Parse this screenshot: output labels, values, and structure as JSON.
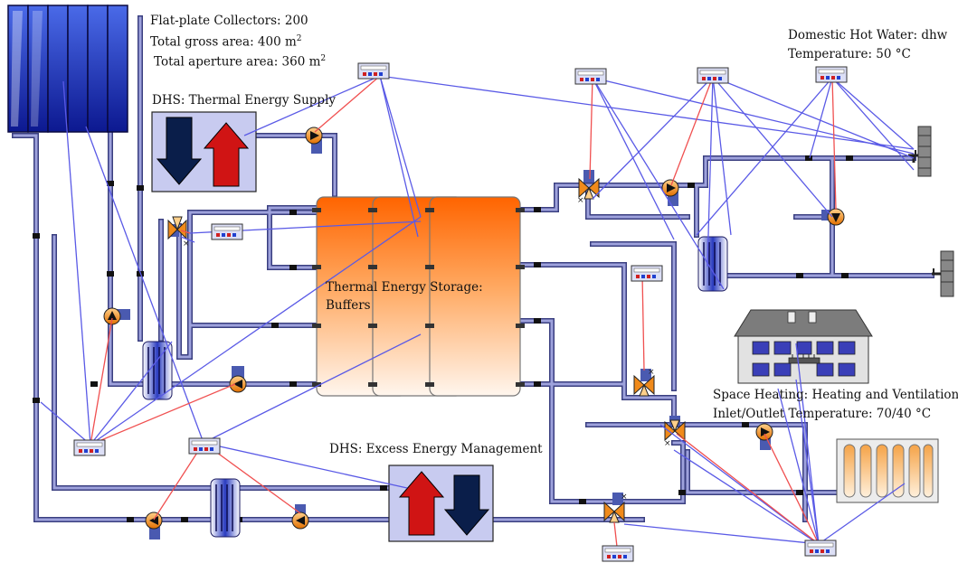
{
  "labels": {
    "collectors": "Flat-plate Collectors: 200",
    "gross_area_text": "Total gross area: 400 m",
    "gross_area_sup": "2",
    "aperture_area_text": "Total aperture area: 360 m",
    "aperture_area_sup": "2",
    "supply": "DHS: Thermal Energy Supply",
    "storage_line1": "Thermal Energy Storage:",
    "storage_line2": "Buffers",
    "excess": "DHS: Excess Energy Management",
    "dhw_line1": "Domestic Hot Water: dhw",
    "dhw_line2": "Temperature: 50 °C",
    "heating_line1": "Space Heating: Heating and Ventilation",
    "heating_line2": "Inlet/Outlet Temperature: 70/40 °C"
  },
  "colors": {
    "pipe": "#8a8fc8",
    "pipe_edge": "#3a3f80",
    "signal_blue": "#5a5ae6",
    "signal_red": "#f05050",
    "tank_top": "#ff6a00",
    "tank_bottom": "#fff3e8",
    "collector": "#1a2aa0",
    "arrow_red": "#d01414",
    "arrow_navy": "#0a1e4a",
    "panel_bg": "#c8cbf0",
    "radiator": "#f3a64a",
    "pump_orange": "#f08a1a"
  }
}
